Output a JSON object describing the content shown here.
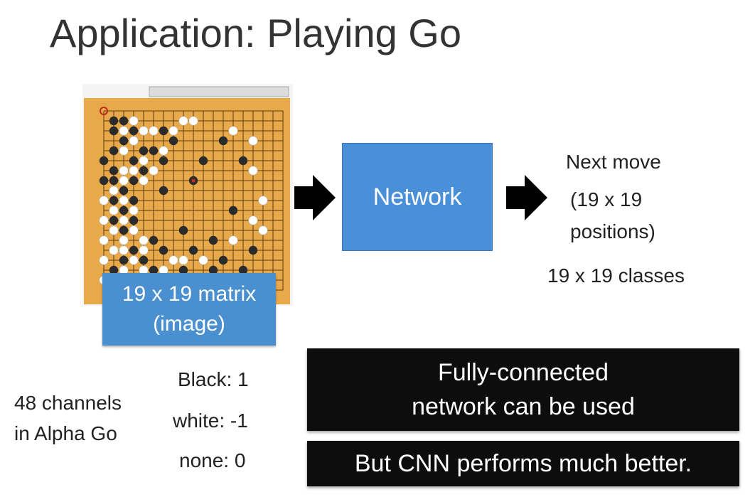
{
  "title": "Application: Playing Go",
  "matrix_box": {
    "line1": "19 x 19 matrix",
    "line2": "(image)"
  },
  "network_box": {
    "label": "Network"
  },
  "output": {
    "line1": "Next move",
    "line2": "(19 x 19",
    "line3": "positions)",
    "classes": "19 x 19 classes"
  },
  "channels": {
    "line1": "48 channels",
    "line2": "in Alpha Go"
  },
  "encoding": {
    "black": "Black: 1",
    "white": "white: -1",
    "none": "none: 0"
  },
  "fc_box": {
    "line1": "Fully-connected",
    "line2": "network can be used"
  },
  "cnn_box": {
    "label": "But CNN performs much better."
  },
  "board": {
    "size": 19,
    "colors": {
      "wood": "#e8a94a",
      "line": "#5a3a10",
      "black": "#2b2b2b",
      "white": "#ffffff",
      "last_move": "#c0281e"
    },
    "black_stones": [
      [
        1,
        1
      ],
      [
        2,
        1
      ],
      [
        1,
        2
      ],
      [
        3,
        2
      ],
      [
        2,
        3
      ],
      [
        1,
        4
      ],
      [
        4,
        4
      ],
      [
        5,
        4
      ],
      [
        3,
        5
      ],
      [
        6,
        5
      ],
      [
        0,
        5
      ],
      [
        1,
        6
      ],
      [
        4,
        6
      ],
      [
        0,
        7
      ],
      [
        1,
        7
      ],
      [
        3,
        7
      ],
      [
        2,
        8
      ],
      [
        1,
        9
      ],
      [
        3,
        9
      ],
      [
        2,
        10
      ],
      [
        1,
        11
      ],
      [
        3,
        11
      ],
      [
        2,
        12
      ],
      [
        5,
        13
      ],
      [
        3,
        14
      ],
      [
        6,
        14
      ],
      [
        2,
        15
      ],
      [
        4,
        15
      ],
      [
        5,
        16
      ],
      [
        1,
        16
      ],
      [
        3,
        17
      ],
      [
        6,
        17
      ],
      [
        4,
        18
      ],
      [
        7,
        18
      ],
      [
        10,
        5
      ],
      [
        12,
        3
      ],
      [
        14,
        5
      ],
      [
        13,
        10
      ],
      [
        15,
        14
      ],
      [
        12,
        15
      ],
      [
        11,
        16
      ],
      [
        14,
        16
      ],
      [
        9,
        17
      ],
      [
        10,
        18
      ],
      [
        6,
        2
      ],
      [
        7,
        3
      ],
      [
        8,
        12
      ],
      [
        9,
        14
      ],
      [
        11,
        13
      ],
      [
        8,
        16
      ],
      [
        12,
        17
      ],
      [
        16,
        17
      ],
      [
        6,
        8
      ]
    ],
    "white_stones": [
      [
        2,
        2
      ],
      [
        3,
        1
      ],
      [
        4,
        2
      ],
      [
        5,
        2
      ],
      [
        2,
        4
      ],
      [
        3,
        3
      ],
      [
        4,
        5
      ],
      [
        6,
        4
      ],
      [
        2,
        6
      ],
      [
        3,
        6
      ],
      [
        5,
        6
      ],
      [
        1,
        8
      ],
      [
        2,
        7
      ],
      [
        4,
        7
      ],
      [
        0,
        9
      ],
      [
        1,
        10
      ],
      [
        2,
        9
      ],
      [
        3,
        10
      ],
      [
        0,
        11
      ],
      [
        2,
        11
      ],
      [
        1,
        12
      ],
      [
        3,
        12
      ],
      [
        0,
        13
      ],
      [
        2,
        13
      ],
      [
        4,
        13
      ],
      [
        1,
        14
      ],
      [
        2,
        14
      ],
      [
        4,
        14
      ],
      [
        0,
        15
      ],
      [
        3,
        15
      ],
      [
        1,
        17
      ],
      [
        2,
        16
      ],
      [
        4,
        16
      ],
      [
        0,
        17
      ],
      [
        2,
        18
      ],
      [
        5,
        18
      ],
      [
        8,
        1
      ],
      [
        9,
        1
      ],
      [
        7,
        2
      ],
      [
        13,
        2
      ],
      [
        15,
        3
      ],
      [
        15,
        6
      ],
      [
        16,
        9
      ],
      [
        16,
        12
      ],
      [
        14,
        18
      ],
      [
        7,
        15
      ],
      [
        8,
        15
      ],
      [
        6,
        16
      ],
      [
        7,
        17
      ],
      [
        13,
        13
      ],
      [
        15,
        11
      ],
      [
        10,
        15
      ],
      [
        11,
        17
      ],
      [
        13,
        17
      ]
    ],
    "last_move": [
      9,
      7
    ],
    "marked": [
      0,
      0
    ]
  }
}
